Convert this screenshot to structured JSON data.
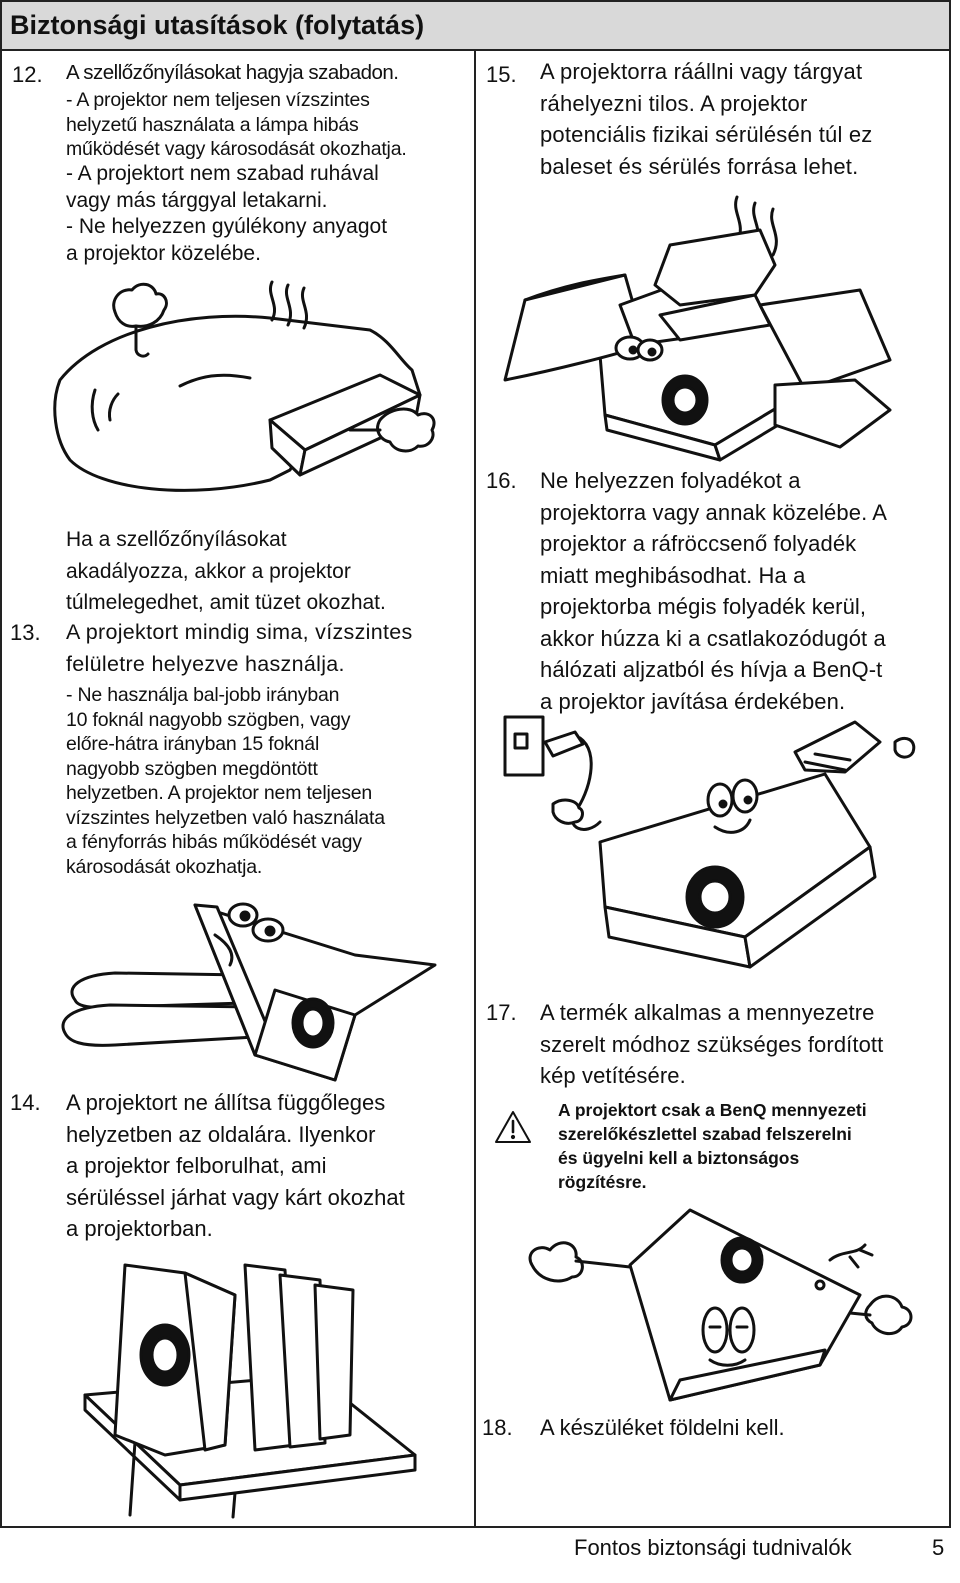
{
  "header": {
    "title": "Biztonsági utasítások (folytatás)"
  },
  "items": {
    "i12": {
      "num": "12.",
      "title": "A szellőzőnyílásokat hagyja szabadon.",
      "bullets": [
        "- A projektor nem teljesen vízszintes\nhelyzetű használata a lámpa hibás\nműködését vagy károsodását okozhatja.",
        "- A projektort nem szabad ruhával\nvagy más tárggyal letakarni.",
        "- Ne helyezzen gyúlékony anyagot\na projektor közelébe."
      ],
      "warning": "Ha a szellőzőnyílásokat\nakadályozza, akkor a projektor\ntúlmelegedhet, amit tüzet okozhat."
    },
    "i13": {
      "num": "13.",
      "title": "A projektort mindig sima, vízszintes\nfelületre helyezve használja.",
      "bullet": "- Ne használja bal-jobb irányban\n10 foknál nagyobb szögben, vagy\nelőre-hátra irányban 15 foknál\nnagyobb szögben megdöntött\nhelyzetben. A projektor nem teljesen\nvízszintes helyzetben való használata\na fényforrás hibás működését vagy\nkárosodását okozhatja."
    },
    "i14": {
      "num": "14.",
      "text": "A projektort ne állítsa függőleges\nhelyzetben az oldalára. Ilyenkor\na projektor felborulhat, ami\nsérüléssel járhat vagy kárt okozhat\na projektorban."
    },
    "i15": {
      "num": "15.",
      "text": "A projektorra ráállni vagy tárgyat\nráhelyezni tilos. A projektor\npotenciális fizikai sérülésén túl ez\nbaleset és sérülés forrása lehet."
    },
    "i16": {
      "num": "16.",
      "text": "Ne helyezzen folyadékot a\nprojektorra vagy annak közelébe. A\nprojektor a ráfröccsenő folyadék\nmiatt meghibásodhat. Ha a\nprojektorba mégis folyadék kerül,\nakkor húzza ki a csatlakozódugót a\nhálózati aljzatból és hívja a BenQ-t\na projektor javítása érdekében."
    },
    "i17": {
      "num": "17.",
      "text": "A termék alkalmas a mennyezetre\nszerelt módhoz szükséges fordított\nkép vetítésére.",
      "note": "A projektort csak a BenQ mennyezeti\nszerelőkészlettel szabad felszerelni\nés ügyelni kell a biztonságos\nrögzítésre."
    },
    "i18": {
      "num": "18.",
      "text": "A készüléket földelni kell."
    }
  },
  "icons": [
    "warning-triangle-icon"
  ],
  "footer": {
    "section": "Fontos biztonsági tudnivalók",
    "page": "5"
  }
}
